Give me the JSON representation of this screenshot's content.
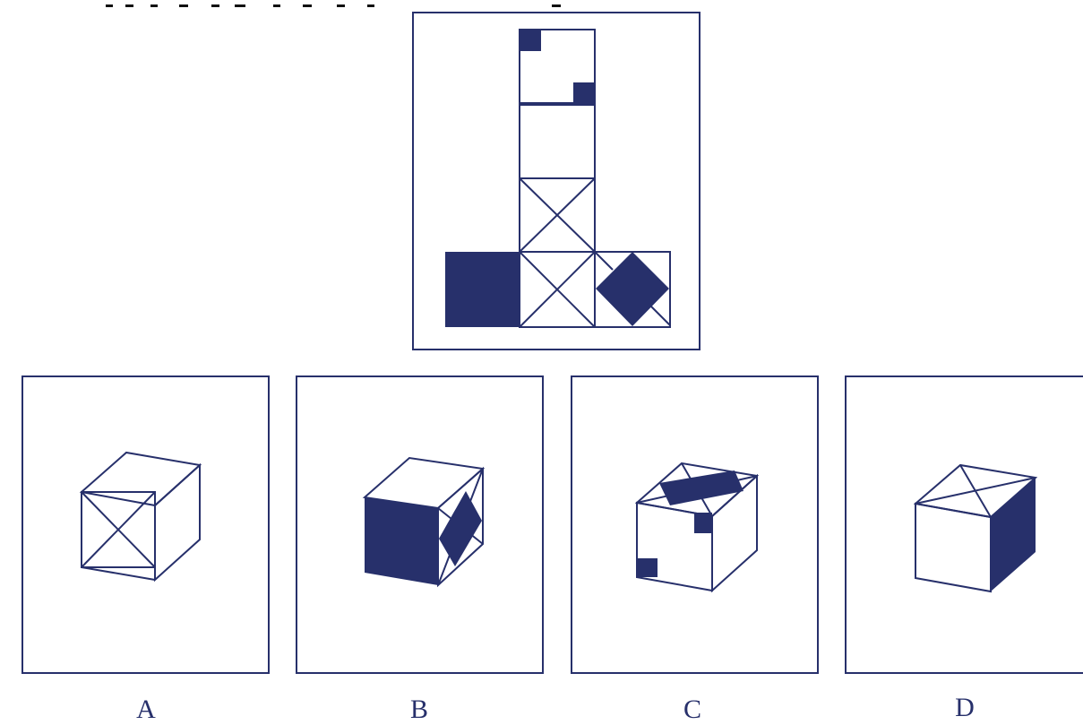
{
  "colors": {
    "ink": "#27306b",
    "fill": "#27306b",
    "background": "#ffffff"
  },
  "net_panel": {
    "name": "cube-net"
  },
  "options": [
    {
      "label": "A"
    },
    {
      "label": "B"
    },
    {
      "label": "C"
    },
    {
      "label": "D"
    }
  ]
}
